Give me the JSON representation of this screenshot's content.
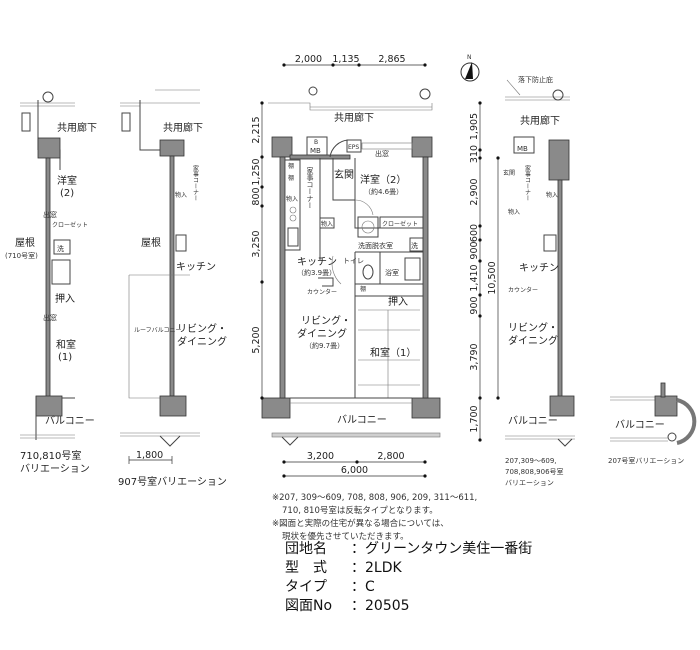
{
  "compass": {
    "label": "N"
  },
  "main_plan": {
    "corridor": "共用廊下",
    "mb": "MB",
    "mb_top": "B",
    "eps": "EPS",
    "bay_window": "出窓",
    "entrance": "玄関",
    "housework_corner": "家事コーナー",
    "western_room": "洋室（2）",
    "western_room_size": "（約4.6畳）",
    "shelf": "棚",
    "storage": "物入",
    "closet": "クローゼット",
    "washroom": "洗面脱衣室",
    "wash": "洗",
    "kitchen": "キッチン",
    "kitchen_size": "（約3.9畳）",
    "toilet": "トイレ",
    "bath": "浴室",
    "counter": "カウンター",
    "oshiire": "押入",
    "living_1": "リビング・",
    "living_2": "ダイニング",
    "living_size": "（約9.7畳）",
    "japanese_room": "和室（1）",
    "balcony": "バルコニー",
    "dims_top": [
      "2,000",
      "1,135",
      "2,865"
    ],
    "dims_left": [
      "2,215",
      "1,250",
      "800",
      "3,250",
      "5,200"
    ],
    "dims_right": [
      "1,905",
      "310",
      "2,900",
      "600",
      "900",
      "1,410",
      "900",
      "3,790",
      "1,700"
    ],
    "dim_total_right": "10,500",
    "dims_bottom": [
      "3,200",
      "2,800"
    ],
    "dim_total_bottom": "6,000"
  },
  "variation_710": {
    "corridor": "共用廊下",
    "western_room_1": "洋室",
    "western_room_2": "(2)",
    "bay_window": "出窓",
    "closet": "クローゼット",
    "wash": "洗",
    "roof": "屋根",
    "roof_note": "(710号室)",
    "oshiire": "押入",
    "japanese_1": "和室",
    "japanese_2": "(1)",
    "balcony": "バルコニー",
    "caption_1": "710,810号室",
    "caption_2": "バリエーション"
  },
  "variation_907": {
    "corridor": "共用廊下",
    "housework_corner": "家事コーナー",
    "storage": "物入",
    "roof": "屋根",
    "kitchen": "キッチン",
    "roof_balcony": "ルーフバルコニー",
    "living_1": "リビング・",
    "living_2": "ダイニング",
    "dim": "1,800",
    "caption": "907号室バリエーション"
  },
  "variation_reversed": {
    "fall_prevention": "落下防止庇",
    "corridor": "共用廊下",
    "mb": "MB",
    "entrance": "玄関",
    "housework_corner": "家事コーナー",
    "storage": "物入",
    "kitchen": "キッチン",
    "counter": "カウンター",
    "living_1": "リビング・",
    "living_2": "ダイニング",
    "balcony": "バルコニー",
    "caption_1": "207,309～609,",
    "caption_2": "708,808,906号室",
    "caption_3": "バリエーション"
  },
  "variation_207": {
    "balcony": "バルコニー",
    "caption": "207号室バリエーション"
  },
  "notes": [
    "※207, 309～609, 708, 808, 906, 209, 311～611,",
    "710, 810号室は反転タイプとなります。",
    "※図面と実際の住宅が異なる場合については、",
    "現状を優先させていただきます。"
  ],
  "info": {
    "complex_label": "団地名",
    "complex_value": "グリーンタウン美住一番街",
    "type_label": "型　式",
    "type_value": "2LDK",
    "subtype_label": "タイプ",
    "subtype_value": "C",
    "drawing_label": "図面No",
    "drawing_value": "20505",
    "sep": "："
  }
}
